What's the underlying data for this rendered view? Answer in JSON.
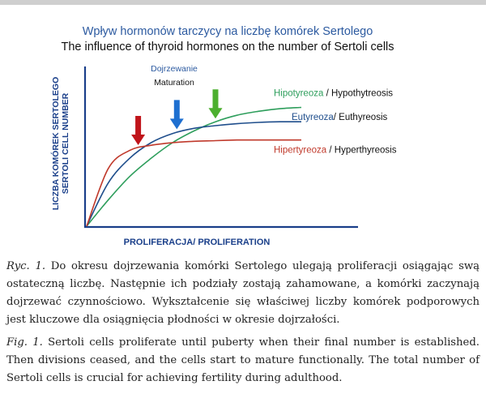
{
  "chart_data": {
    "type": "line",
    "title_pl": "Wpływ hormonów tarczycy na liczbę komórek Sertolego",
    "title_en": "The influence of thyroid hormones on the number of Sertoli cells",
    "xlabel": "PROLIFERACJA/ PROLIFERATION",
    "ylabel_pl": "LICZBA KOMÓREK SERTOLEGO",
    "ylabel_en": "SERTOLI CELL NUMBER",
    "axis_ticks": false,
    "grid": false,
    "xlim": [
      0,
      100
    ],
    "ylim": [
      0,
      100
    ],
    "series": [
      {
        "name_pl": "Hipotyreoza",
        "name_sep": " / ",
        "name_en": "Hypothytreosis",
        "color": "#2e9e5c",
        "arrow_color": "#4caf2f",
        "arrow_x": 60,
        "x": [
          0,
          10,
          20,
          30,
          40,
          50,
          60,
          70,
          80,
          90,
          100
        ],
        "y": [
          0,
          20,
          38,
          52,
          64,
          73,
          80,
          85,
          88,
          90,
          91
        ]
      },
      {
        "name_pl": "Eutyreoza",
        "name_sep": "/ ",
        "name_en": "Euthyreosis",
        "color": "#1f4e8c",
        "arrow_color": "#1e6fd0",
        "arrow_x": 42,
        "x": [
          0,
          10,
          20,
          30,
          40,
          50,
          60,
          70,
          80,
          90,
          100
        ],
        "y": [
          0,
          33,
          52,
          64,
          71,
          75,
          77,
          78.5,
          79.5,
          80,
          80
        ]
      },
      {
        "name_pl": "Hipertyreoza",
        "name_sep": " / ",
        "name_en": "Hyperthyreosis",
        "color": "#c0392b",
        "arrow_color": "#c0141a",
        "arrow_x": 24,
        "x": [
          0,
          10,
          20,
          30,
          40,
          50,
          60,
          70,
          80,
          90,
          100
        ],
        "y": [
          0,
          44,
          58,
          62,
          64,
          65,
          65.5,
          66,
          66,
          66,
          66
        ]
      }
    ],
    "maturation_label_pl": "Dojrzewanie",
    "maturation_label_en": "Maturation"
  },
  "captions": {
    "pl_label": "Ryc. 1.",
    "pl_text": "Do okresu dojrzewania komórki Sertolego ulegają proliferacji osiągając swą ostateczną liczbę. Następnie ich podziały zostają zahamowane, a komórki zaczynają dojrzewać czynnościowo. Wykształcenie się właściwej liczby komórek podporowych jest kluczowe dla osiągnięcia płodności w okresie dojrzałości.",
    "en_label": "Fig. 1.",
    "en_text": "Sertoli cells proliferate until puberty when their final number is established. Then divisions ceased, and the cells start to mature functionally. The total number of Sertoli cells is crucial for achieving fertility during adulthood."
  },
  "colors": {
    "title_pl": "#2c5aa0",
    "axis_text": "#1a3f8a",
    "axis_line": "#1a3f8a",
    "top_rule": "#cfcfcf"
  }
}
